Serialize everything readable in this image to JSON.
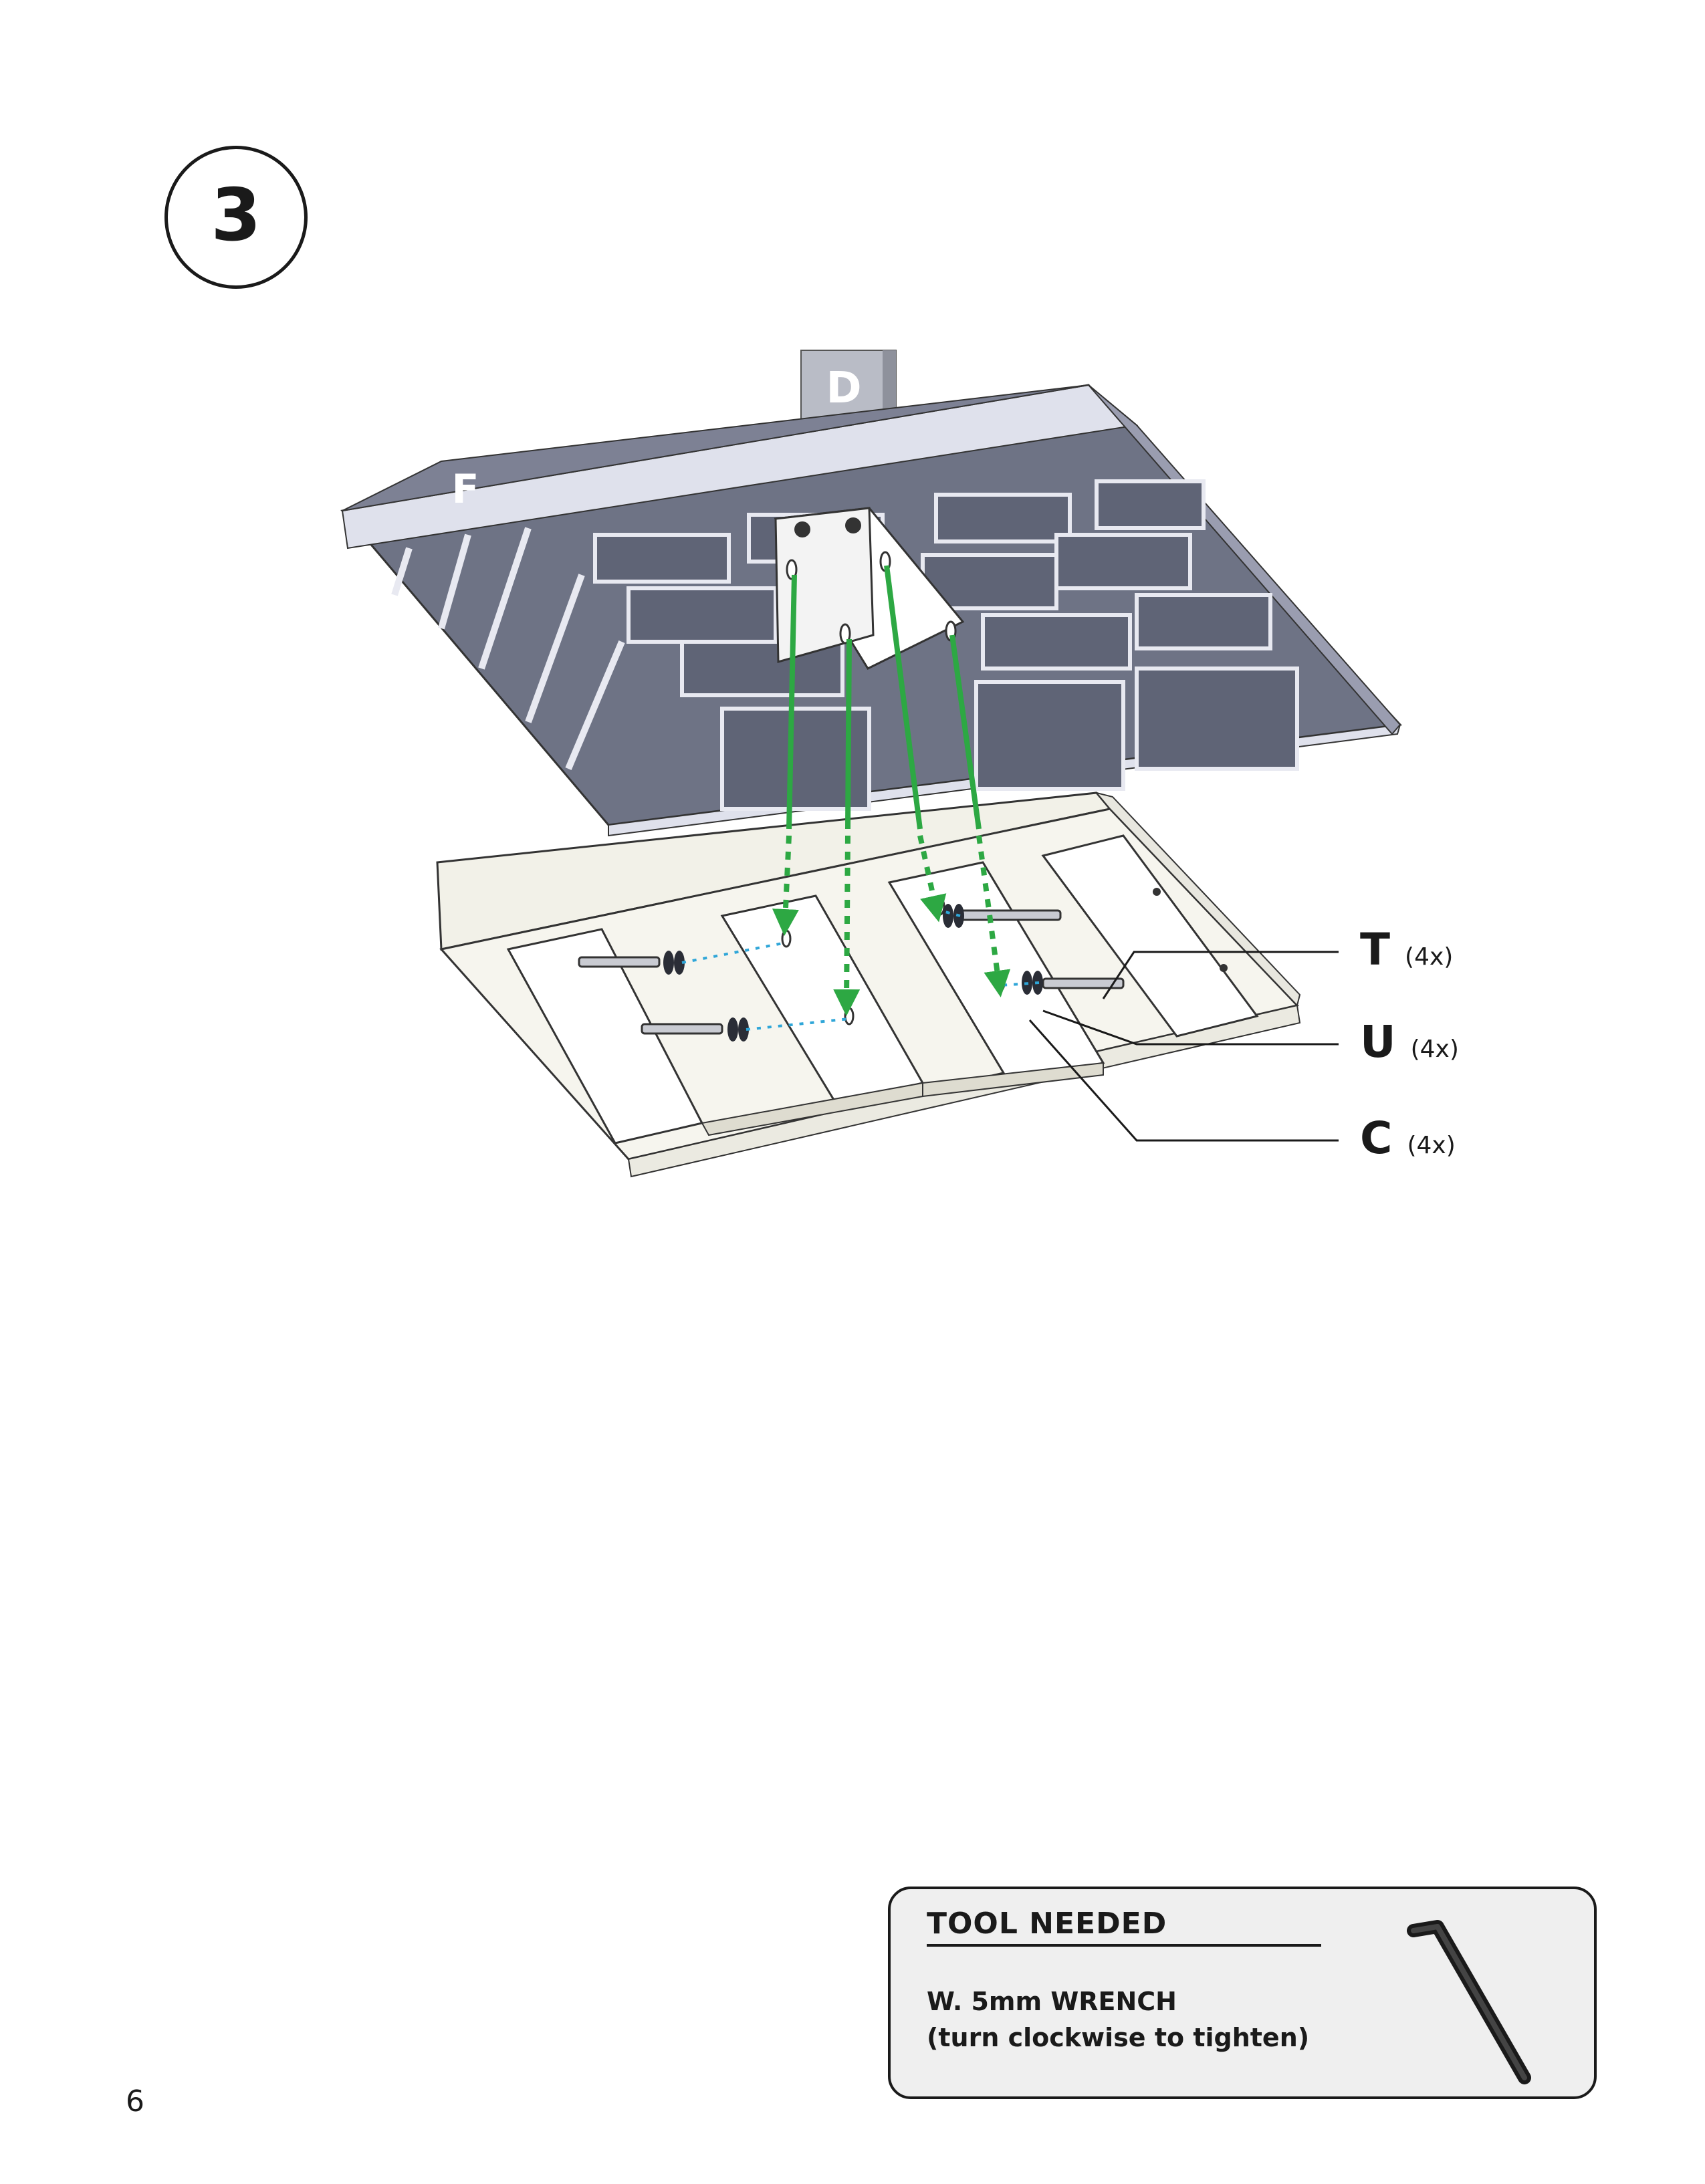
{
  "step": {
    "number": "3"
  },
  "diagram": {
    "part_labels": {
      "d": "D",
      "f": "F"
    },
    "callouts": [
      {
        "letter": "T",
        "qty": "(4x)"
      },
      {
        "letter": "U",
        "qty": "(4x)"
      },
      {
        "letter": "C",
        "qty": "(4x)"
      }
    ],
    "colors": {
      "tray": "#6e7385",
      "tray_edge": "#dfe1ec",
      "frame": "#f2f1e8",
      "arrow": "#2da843",
      "dotted_line": "#2fa6d8"
    }
  },
  "tool": {
    "title": "TOOL NEEDED",
    "line1": "W. 5mm WRENCH",
    "line2": "(turn clockwise to tighten)",
    "icon": "hex-key-icon"
  },
  "page": {
    "number": "6"
  }
}
